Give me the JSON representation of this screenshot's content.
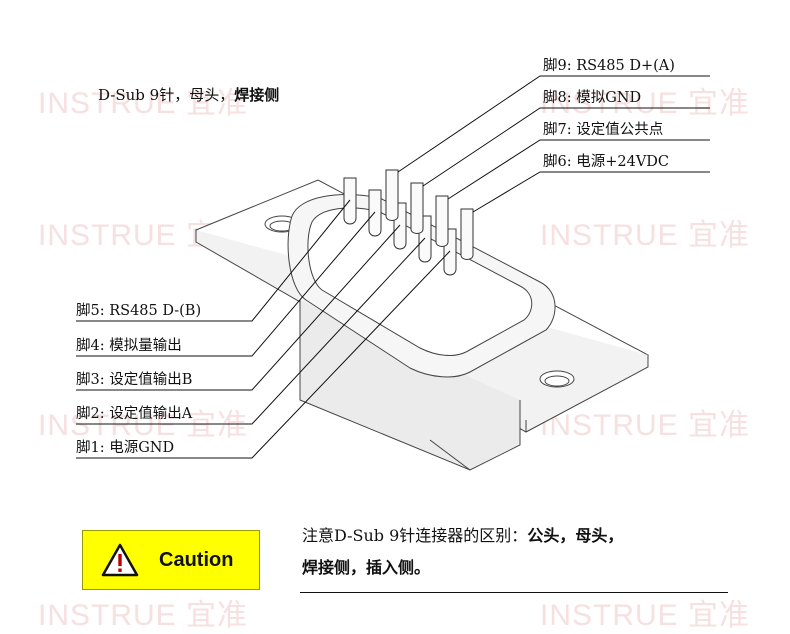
{
  "title": {
    "prefix": "D-Sub 9针，母头，",
    "bold": "焊接侧"
  },
  "pins": [
    {
      "label": "脚9: RS485 D+(A)"
    },
    {
      "label": "脚8: 模拟GND"
    },
    {
      "label": "脚7: 设定值公共点"
    },
    {
      "label": "脚6: 电源+24VDC"
    },
    {
      "label": "脚5: RS485 D-(B)"
    },
    {
      "label": "脚4: 模拟量输出"
    },
    {
      "label": "脚3: 设定值输出B"
    },
    {
      "label": "脚2: 设定值输出A"
    },
    {
      "label": "脚1: 电源GND"
    }
  ],
  "caution": {
    "label": "Caution",
    "color": "#ffff00"
  },
  "note": {
    "line1_prefix": "注意D-Sub 9针连接器的区别：",
    "line1_bold": "公头，母头，",
    "line2_bold": "焊接侧，插入侧。"
  },
  "watermark": {
    "text": "INSTRUE 宜准",
    "color": "#f6e0e0"
  }
}
